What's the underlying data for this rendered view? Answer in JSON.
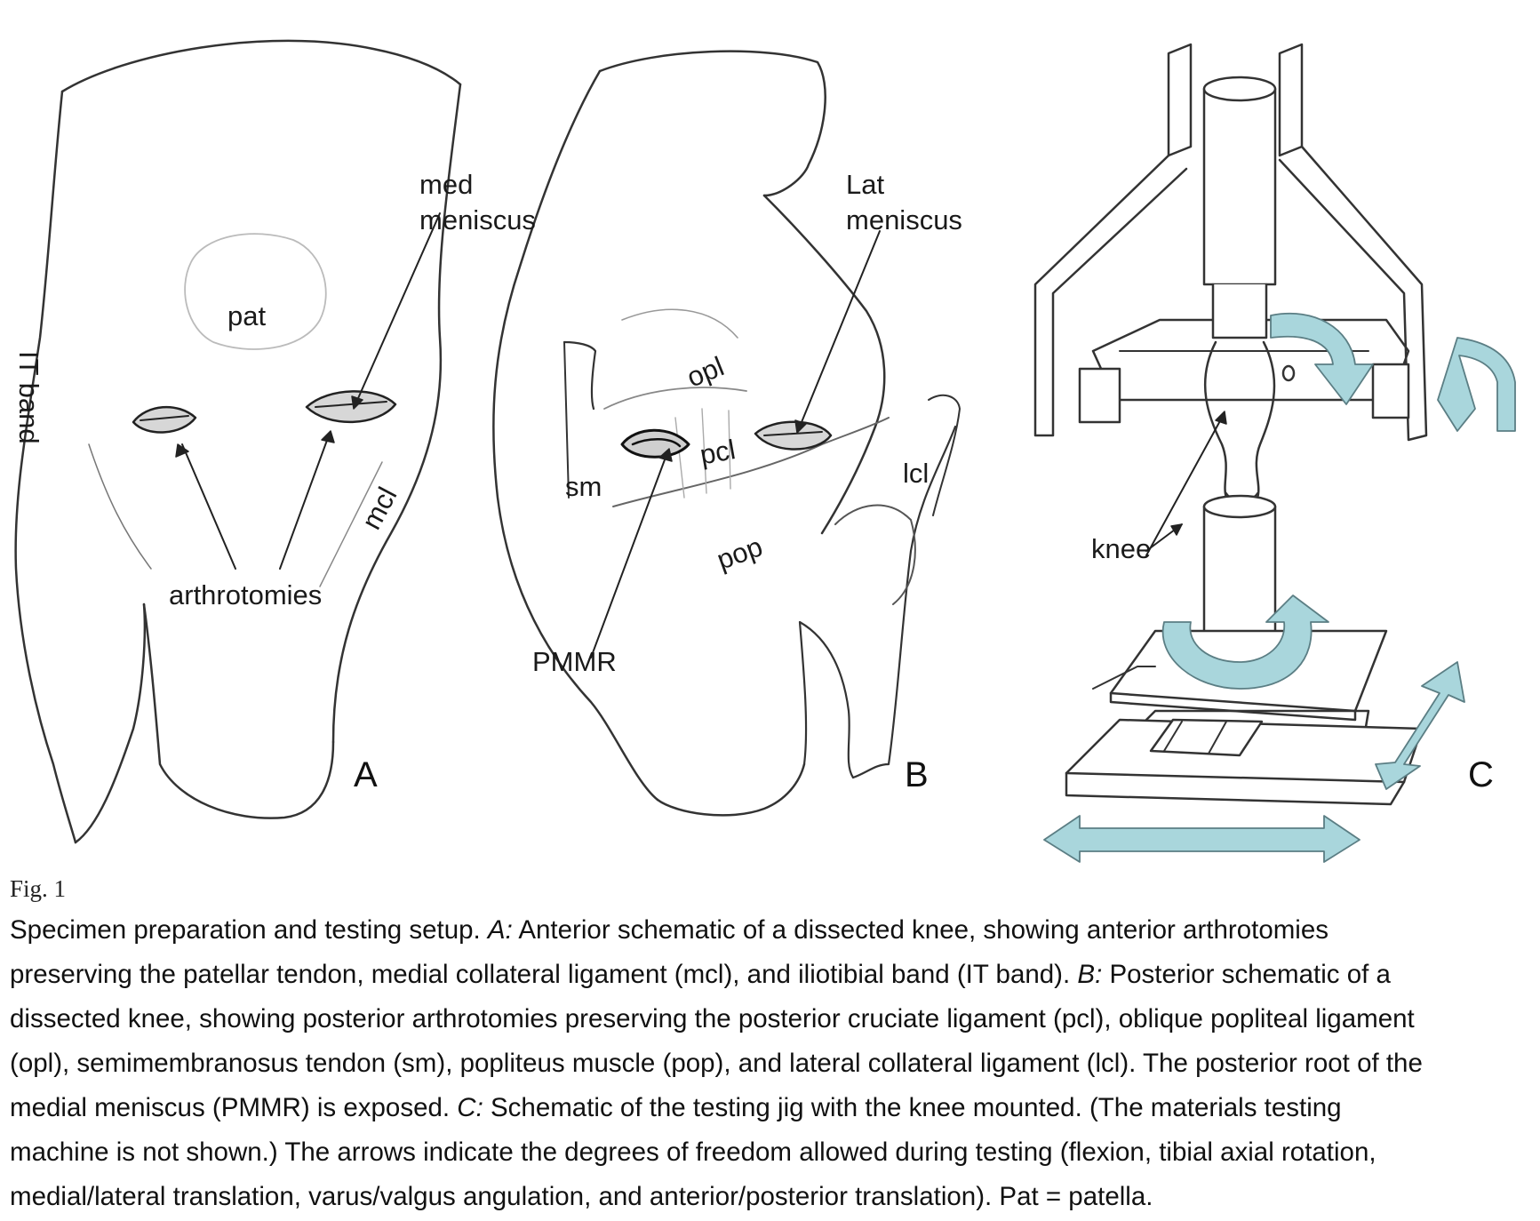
{
  "panelA": {
    "labels": {
      "med": "med",
      "meniscus": "meniscus",
      "pat": "pat",
      "it_band": "IT band",
      "mcl": "mcl",
      "arthrotomies": "arthrotomies"
    },
    "letter": "A"
  },
  "panelB": {
    "labels": {
      "lat": "Lat",
      "meniscus": "meniscus",
      "opl": "opl",
      "pcl": "pcl",
      "sm": "sm",
      "lcl": "lcl",
      "pop": "pop",
      "pmmr": "PMMR"
    },
    "letter": "B"
  },
  "panelC": {
    "labels": {
      "knee": "knee"
    },
    "letter": "C",
    "arrow_color": "#a9d6dc"
  },
  "figure_label": "Fig. 1",
  "caption": {
    "l1a": "Specimen preparation and testing setup. ",
    "l1b": "A:",
    "l1c": " Anterior schematic of a dissected knee, showing anterior arthrotomies",
    "l2a": "preserving the patellar tendon, medial collateral ligament (mcl), and iliotibial band (IT band). ",
    "l2b": "B:",
    "l2c": " Posterior schematic of a",
    "l3": "dissected knee, showing posterior arthrotomies preserving the posterior cruciate ligament (pcl), oblique popliteal ligament",
    "l4": "(opl), semimembranosus tendon (sm), popliteus muscle (pop), and lateral collateral ligament (lcl). The posterior root of the",
    "l5a": "medial meniscus (PMMR) is exposed. ",
    "l5b": "C:",
    "l5c": " Schematic of the testing jig with the knee mounted. (The materials testing",
    "l6": "machine is not shown.) The arrows indicate the degrees of freedom allowed during testing (flexion, tibial axial rotation,",
    "l7": "medial/lateral translation, varus/valgus angulation, and anterior/posterior translation). Pat = patella."
  }
}
